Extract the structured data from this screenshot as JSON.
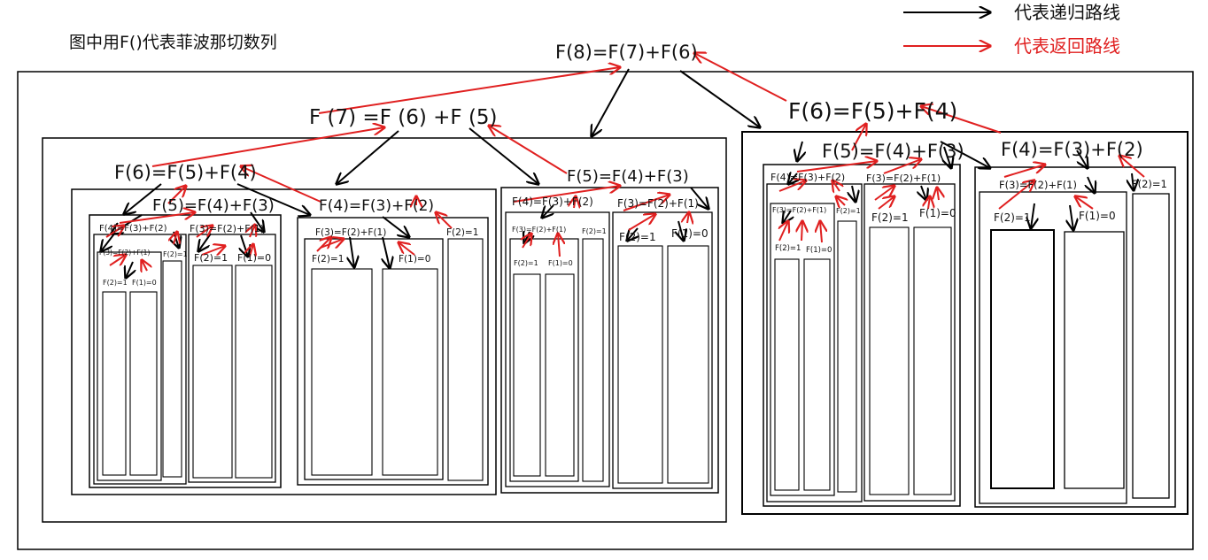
{
  "caption": "图中用F()代表菲波那切数列",
  "legend": {
    "recursion": "代表递归路线",
    "return": "代表返回路线",
    "recursion_color": "#000000",
    "return_color": "#e02020"
  },
  "nodes": {
    "f8": "F(8)=F(7)+F(6)",
    "f7": "F (7) =F (6) +F (5)",
    "f6a": "F(6)=F(5)+F(4)",
    "f5a": "F(5)=F(4)+F(3)",
    "f4a": "F(4)=F(3)+F(2)",
    "f3a": "F(3)=F(2)+F(1)",
    "f2a": "F(2)=1",
    "f1a": "F(1)=0",
    "f2a2": "F(2)=1",
    "f3b": "F(3)=F(2)+F(1)",
    "f2b": "F(2)=1",
    "f1b": "F(1)=0",
    "f4b": "F(4)=F(3)+F(2)",
    "f3c": "F(3)=F(2)+F(1)",
    "f2c": "F(2)=1",
    "f1c": "F(1)=0",
    "f2c2": "F(2)=1",
    "f5b": "F(5)=F(4)+F(3)",
    "f4c": "F(4)=F(3)+F(2)",
    "f3d": "F(3)=F(2)+F(1)",
    "f2d": "F(2)=1",
    "f1d": "F(1)=0",
    "f2d2": "F(2)=1",
    "f3e": "F(3)=F(2)+F(1)",
    "f2e": "F(2)=1",
    "f1e": "F(1)=0",
    "f6b": "F(6)=F(5)+F(4)",
    "f5c": "F(5)=F(4)+F(3)",
    "f4d": "F(4)=F(3)+F(2)",
    "f3f": "F(3)=F(2)+F(1)",
    "f2f": "F(2)=1",
    "f1f": "F(1)=0",
    "f2f2": "F(2)=1",
    "f3g": "F(3)=F(2)+F(1)",
    "f2g": "F(2)=1",
    "f1g": "F(1)=0",
    "f4e": "F(4)=F(3)+F(2)",
    "f3h": "F(3)=F(2)+F(1)",
    "f2h": "F(2)=1",
    "f1h": "F(1)=0",
    "f2h2": "F(2)=1"
  }
}
